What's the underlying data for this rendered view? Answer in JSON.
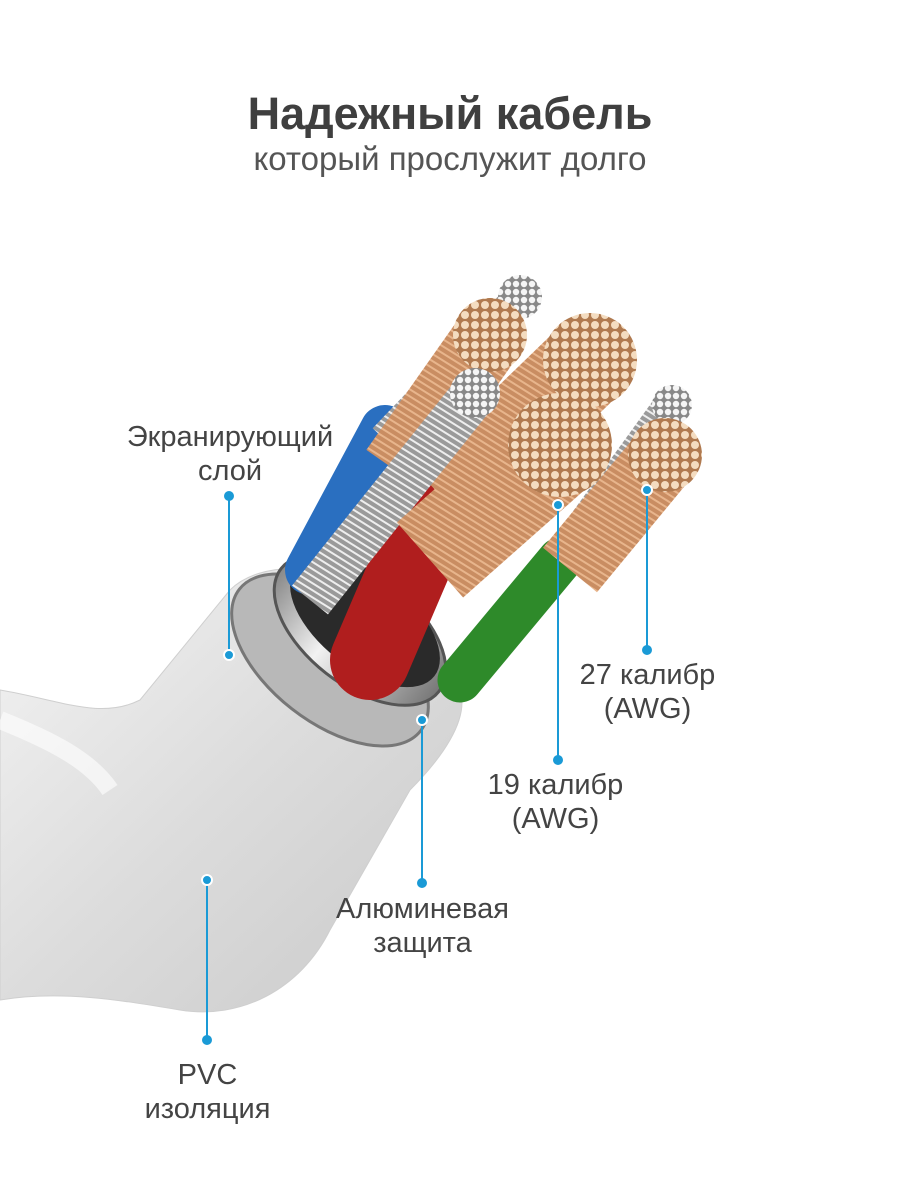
{
  "header": {
    "title": "Надежный кабель",
    "subtitle": "который прослужит долго"
  },
  "callouts": [
    {
      "line1": "Экранирующий",
      "line2": "слой"
    },
    {
      "line1": "27 калибр",
      "line2": "(AWG)"
    },
    {
      "line1": "19 калибр",
      "line2": "(AWG)"
    },
    {
      "line1": "Алюминевая",
      "line2": "защита"
    },
    {
      "line1": "PVC",
      "line2": "изоляция"
    }
  ],
  "colors": {
    "callout": "#1a9ad6",
    "jacket": "#e6e6e6",
    "copper": "#c98d62",
    "blue_wire": "#2a6fc0",
    "red_wire": "#b01e1e",
    "green_wire": "#2e8a2a"
  }
}
